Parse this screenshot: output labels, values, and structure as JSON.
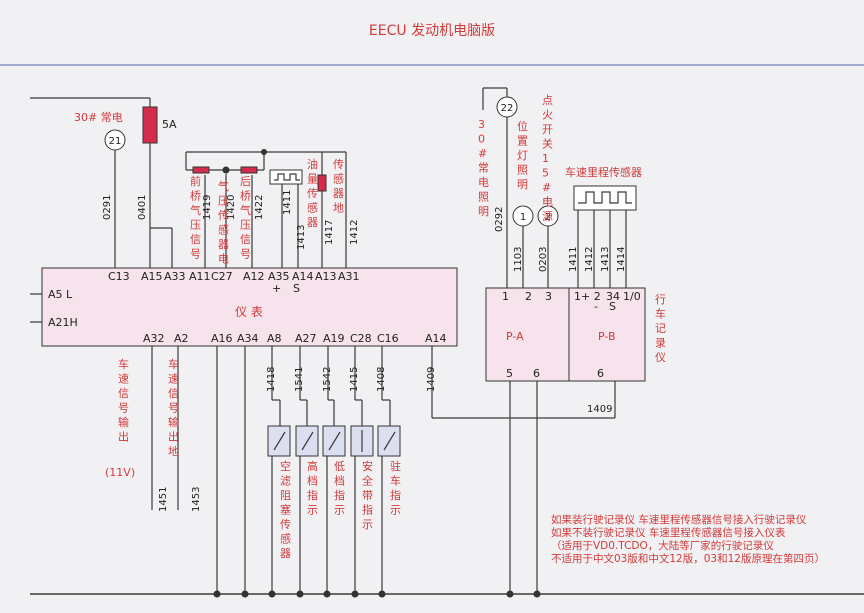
{
  "title": "EECU   发动机电脑版",
  "meter": {
    "label": "仪  表",
    "left_pins": [
      "A5 L",
      "A21H"
    ],
    "top_pins": [
      "C13",
      "A15",
      "A33",
      "A11",
      "C27",
      "A12",
      "A35",
      "A14",
      "A13",
      "A31"
    ],
    "top_sub": [
      "+",
      "S"
    ],
    "bottom_pins": [
      "A32",
      "A2",
      "A16",
      "A34",
      "A8",
      "A27",
      "A19",
      "C28",
      "C16",
      "A14"
    ]
  },
  "left_supply": {
    "label": "30#  常电",
    "node": "21",
    "fuse": "5A"
  },
  "wires_top": [
    "0291",
    "0401",
    "1419",
    "1420",
    "1422",
    "1411",
    "1413",
    "1417",
    "1412"
  ],
  "top_labels": [
    "前桥气压信号",
    "气压传感器电源",
    "后桥气压信号",
    "油量传感器",
    "传感器地"
  ],
  "wires_bottom": [
    "1418",
    "1541",
    "1542",
    "1415",
    "1408",
    "1409",
    "1451",
    "1453"
  ],
  "bottom_labels": [
    "车速信号输出",
    "(11V)",
    "车速信号输出地",
    "空滤阻塞传感器",
    "高档指示",
    "低档指示",
    "安全带指示",
    "驻车指示"
  ],
  "recorder": {
    "node22": "22",
    "supply_label": "30#常电照明",
    "light_label": "位置灯照明",
    "ign_label": "点火开关15#电源",
    "node1": "1",
    "node2": "2",
    "sensor_title": "车速里程传感器",
    "wires": [
      "0292",
      "1103",
      "0203",
      "1411",
      "1412",
      "1413",
      "1414",
      "1409"
    ],
    "pa_pins": [
      "1",
      "2",
      "3",
      "5",
      "6"
    ],
    "pb_pins": [
      "1+ 2",
      "34",
      "1/0",
      "-",
      "S",
      "6"
    ],
    "pa_label": "P-A",
    "pb_label": "P-B",
    "side_label": "行车记录仪"
  },
  "notes": [
    "如果装行驶记录仪 车速里程传感器信号接入行驶记录仪",
    "如果不装行驶记录仪 车速里程传感器信号接入仪表",
    "（适用于VD0.TCDO，大陆等厂家的行驶记录仪",
    "不适用于中文03版和中文12版，03和12版原理在第四页）"
  ],
  "colors": {
    "red": "#d23a3a",
    "box_fill": "#f6e3ec",
    "fuse": "#d42c4c",
    "line": "#3a3a3a"
  }
}
